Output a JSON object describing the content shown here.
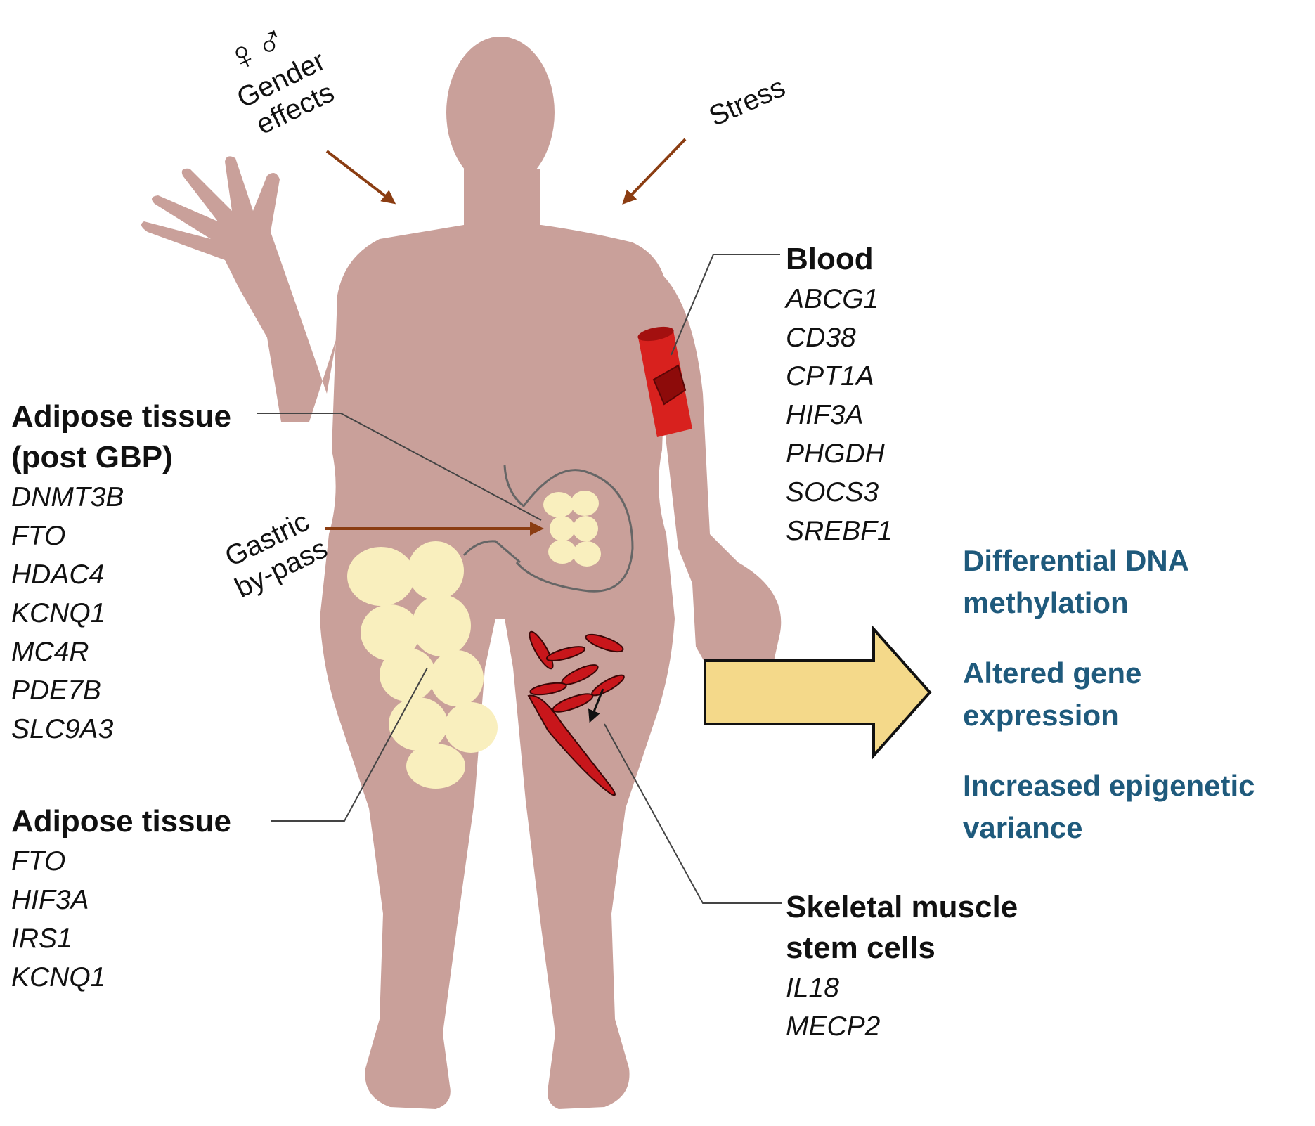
{
  "colors": {
    "body": "#c9a09a",
    "fat": "#f9efbe",
    "muscle": "#c8161b",
    "vessel": "#d8211e",
    "arrow": "#8b3d12",
    "big_arrow": "#f4d98a",
    "outcome_text": "#1f5a7c"
  },
  "influences": {
    "gender_symbols": "♀♂",
    "gender_lines": [
      "Gender",
      "effects"
    ],
    "stress": "Stress",
    "gastric_lines": [
      "Gastric",
      "by-pass"
    ]
  },
  "blood": {
    "title": "Blood",
    "genes": [
      "ABCG1",
      "CD38",
      "CPT1A",
      "HIF3A",
      "PHGDH",
      "SOCS3",
      "SREBF1"
    ]
  },
  "adipose_post_gbp": {
    "title_lines": [
      "Adipose tissue",
      "(post GBP)"
    ],
    "genes": [
      "DNMT3B",
      "FTO",
      "HDAC4",
      "KCNQ1",
      "MC4R",
      "PDE7B",
      "SLC9A3"
    ]
  },
  "adipose": {
    "title": "Adipose tissue",
    "genes": [
      "FTO",
      "HIF3A",
      "IRS1",
      "KCNQ1"
    ]
  },
  "muscle": {
    "title_lines": [
      "Skeletal muscle",
      "stem cells"
    ],
    "genes": [
      "IL18",
      "MECP2"
    ]
  },
  "outcomes": [
    [
      "Differential DNA",
      "methylation"
    ],
    [
      "Altered gene",
      "expression"
    ],
    [
      "Increased epigenetic",
      "variance"
    ]
  ]
}
